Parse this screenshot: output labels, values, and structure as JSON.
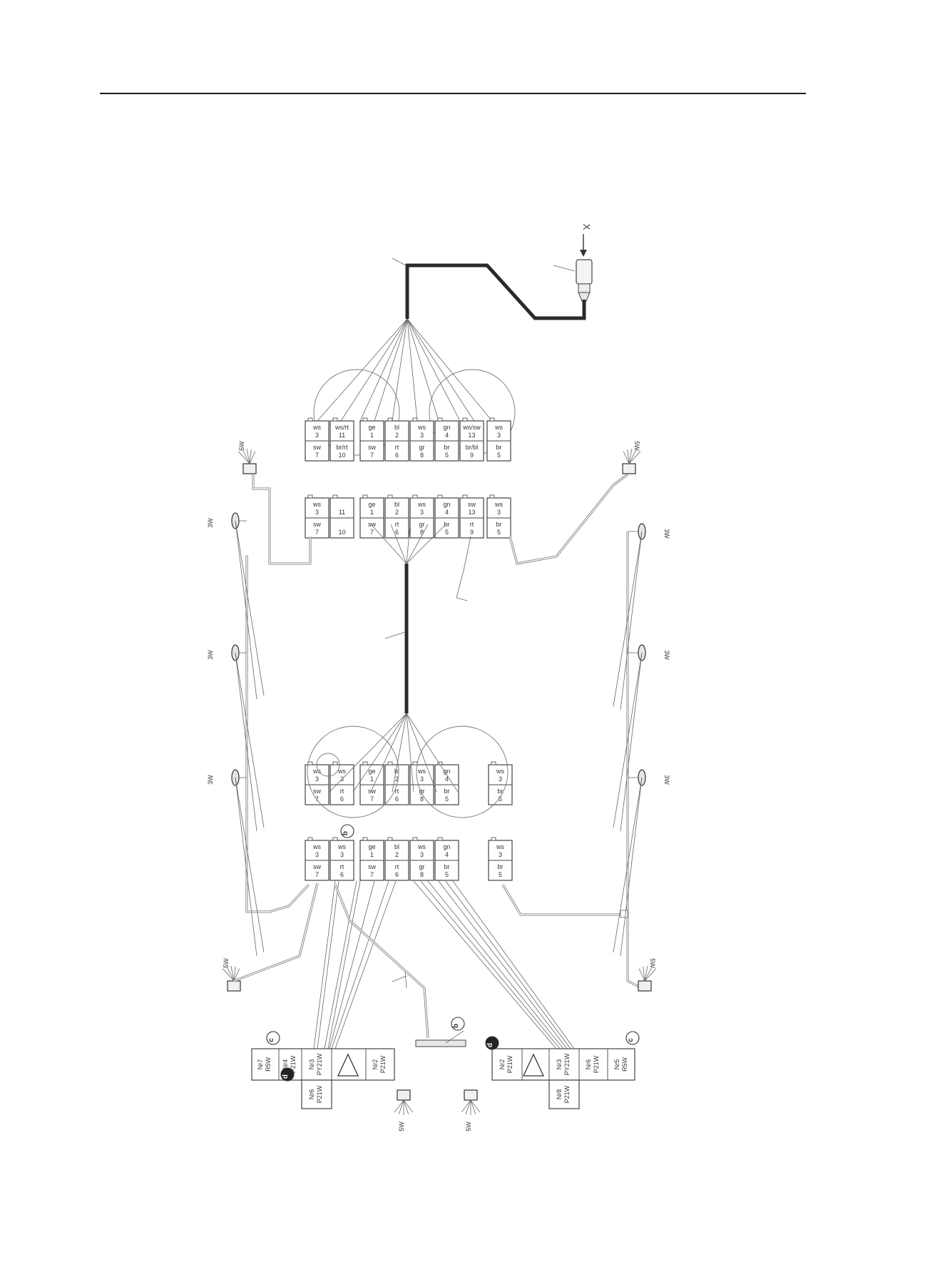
{
  "diagram": {
    "arrow_label": "X",
    "connectors": {
      "top": [
        {
          "upper": "ws",
          "upper_num": "3",
          "lower": "sw",
          "lower_num": "7"
        },
        {
          "upper": "ws/rt",
          "upper_num": "11",
          "lower": "br/rt",
          "lower_num": "10"
        },
        {
          "upper": "ge",
          "upper_num": "1",
          "lower": "sw",
          "lower_num": "7"
        },
        {
          "upper": "bl",
          "upper_num": "2",
          "lower": "rt",
          "lower_num": "6"
        },
        {
          "upper": "ws",
          "upper_num": "3",
          "lower": "gr",
          "lower_num": "8"
        },
        {
          "upper": "gn",
          "upper_num": "4",
          "lower": "br",
          "lower_num": "5"
        },
        {
          "upper": "ws/sw",
          "upper_num": "13",
          "lower": "br/bl",
          "lower_num": "9"
        },
        {
          "upper": "ws",
          "upper_num": "3",
          "lower": "br",
          "lower_num": "5"
        }
      ],
      "second": [
        {
          "upper": "ws",
          "upper_num": "3",
          "lower": "sw",
          "lower_num": "7"
        },
        {
          "upper": "",
          "upper_num": "11",
          "lower": "",
          "lower_num": "10"
        },
        {
          "upper": "ge",
          "upper_num": "1",
          "lower": "sw",
          "lower_num": "7"
        },
        {
          "upper": "bl",
          "upper_num": "2",
          "lower": "rt",
          "lower_num": "6"
        },
        {
          "upper": "ws",
          "upper_num": "3",
          "lower": "gr",
          "lower_num": "8"
        },
        {
          "upper": "gn",
          "upper_num": "4",
          "lower": "br",
          "lower_num": "5"
        },
        {
          "upper": "sw",
          "upper_num": "13",
          "lower": "rt",
          "lower_num": "9"
        },
        {
          "upper": "ws",
          "upper_num": "3",
          "lower": "br",
          "lower_num": "5"
        }
      ],
      "third": [
        {
          "upper": "ws",
          "upper_num": "3",
          "lower": "sw",
          "lower_num": "7"
        },
        {
          "upper": "ws",
          "upper_num": "3",
          "lower": "rt",
          "lower_num": "6"
        },
        {
          "upper": "ge",
          "upper_num": "1",
          "lower": "sw",
          "lower_num": "7"
        },
        {
          "upper": "bl",
          "upper_num": "2",
          "lower": "rt",
          "lower_num": "6"
        },
        {
          "upper": "ws",
          "upper_num": "3",
          "lower": "gr",
          "lower_num": "8"
        },
        {
          "upper": "gn",
          "upper_num": "4",
          "lower": "br",
          "lower_num": "5"
        },
        {
          "upper": "ws",
          "upper_num": "3",
          "lower": "br",
          "lower_num": "5"
        }
      ],
      "fourth": [
        {
          "upper": "ws",
          "upper_num": "3",
          "lower": "sw",
          "lower_num": "7"
        },
        {
          "upper": "ws",
          "upper_num": "3",
          "lower": "rt",
          "lower_num": "6"
        },
        {
          "upper": "ge",
          "upper_num": "1",
          "lower": "sw",
          "lower_num": "7"
        },
        {
          "upper": "bl",
          "upper_num": "2",
          "lower": "rt",
          "lower_num": "6"
        },
        {
          "upper": "ws",
          "upper_num": "3",
          "lower": "gr",
          "lower_num": "8"
        },
        {
          "upper": "gn",
          "upper_num": "4",
          "lower": "br",
          "lower_num": "5"
        },
        {
          "upper": "ws",
          "upper_num": "3",
          "lower": "br",
          "lower_num": "5"
        }
      ]
    },
    "lamp_label": "3W",
    "switch_label": "5W",
    "callout_b": "b",
    "callout_c": "c",
    "callout_d": "d",
    "rear_left": [
      "Nr7\nR5W",
      "Nr4\nP21W",
      "Nr3\nPY21W",
      "Nr2\nP21W",
      "Nr6\nP21W"
    ],
    "rear_right": [
      "Nr2\nP21W",
      "Nr3\nPY21W",
      "Nr6\nP21W",
      "Nr5\nR5W",
      "Nr8\nP21W"
    ]
  }
}
